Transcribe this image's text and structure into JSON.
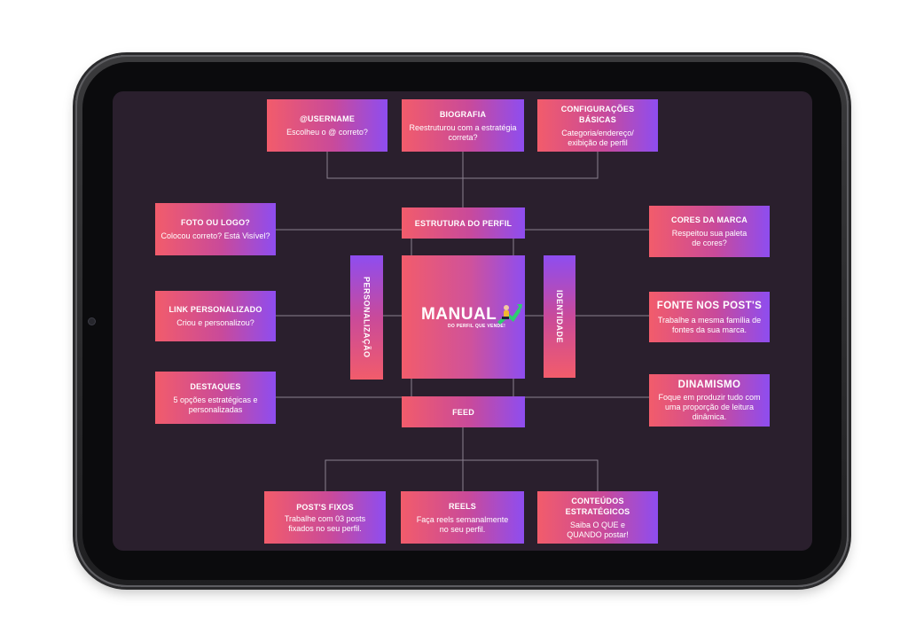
{
  "mindmap": {
    "center": {
      "logo_main": "MANUAL",
      "logo_sub": "DO PERFIL QUE VENDE!"
    },
    "top_hub": "ESTRUTURA DO PERFIL",
    "bottom_hub": "FEED",
    "left_hub": "PERSONALIZAÇÃO",
    "right_hub": "IDENTIDADE",
    "top_nodes": [
      {
        "title": "@USERNAME",
        "desc": "Escolheu o @ correto?"
      },
      {
        "title": "BIOGRAFIA",
        "desc": "Reestruturou com a estratégia correta?"
      },
      {
        "title": "CONFIGURAÇÕES BÁSICAS",
        "desc": "Categoria/endereço/ exibição de perfil"
      }
    ],
    "left_nodes": [
      {
        "title": "FOTO OU LOGO?",
        "desc": "Colocou correto? Está Visível?"
      },
      {
        "title": "LINK PERSONALIZADO",
        "desc": "Criou e personalizou?"
      },
      {
        "title": "DESTAQUES",
        "desc": "5 opções estratégicas e personalizadas"
      }
    ],
    "right_nodes": [
      {
        "title": "CORES DA MARCA",
        "desc": "Respeitou sua paleta de cores?"
      },
      {
        "title": "FONTE NOS POST'S",
        "desc": "Trabalhe a mesma família de fontes da sua marca."
      },
      {
        "title": "DINAMISMO",
        "desc": "Foque em produzir tudo com uma proporção de leitura dinâmica."
      }
    ],
    "bottom_nodes": [
      {
        "title": "POST'S FIXOS",
        "desc": "Trabalhe com 03 posts fixados no seu perfil."
      },
      {
        "title": "REELS",
        "desc": "Faça reels semanalmente no seu perfil."
      },
      {
        "title": "CONTEÚDOS  ESTRATÉGICOS",
        "desc": "Saiba O QUE e QUANDO postar!"
      }
    ]
  },
  "colors": {
    "screen_bg": "#2a1f2d",
    "gradient_start": "#f25c6b",
    "gradient_end": "#8e4df0",
    "connector": "#8a8090"
  }
}
